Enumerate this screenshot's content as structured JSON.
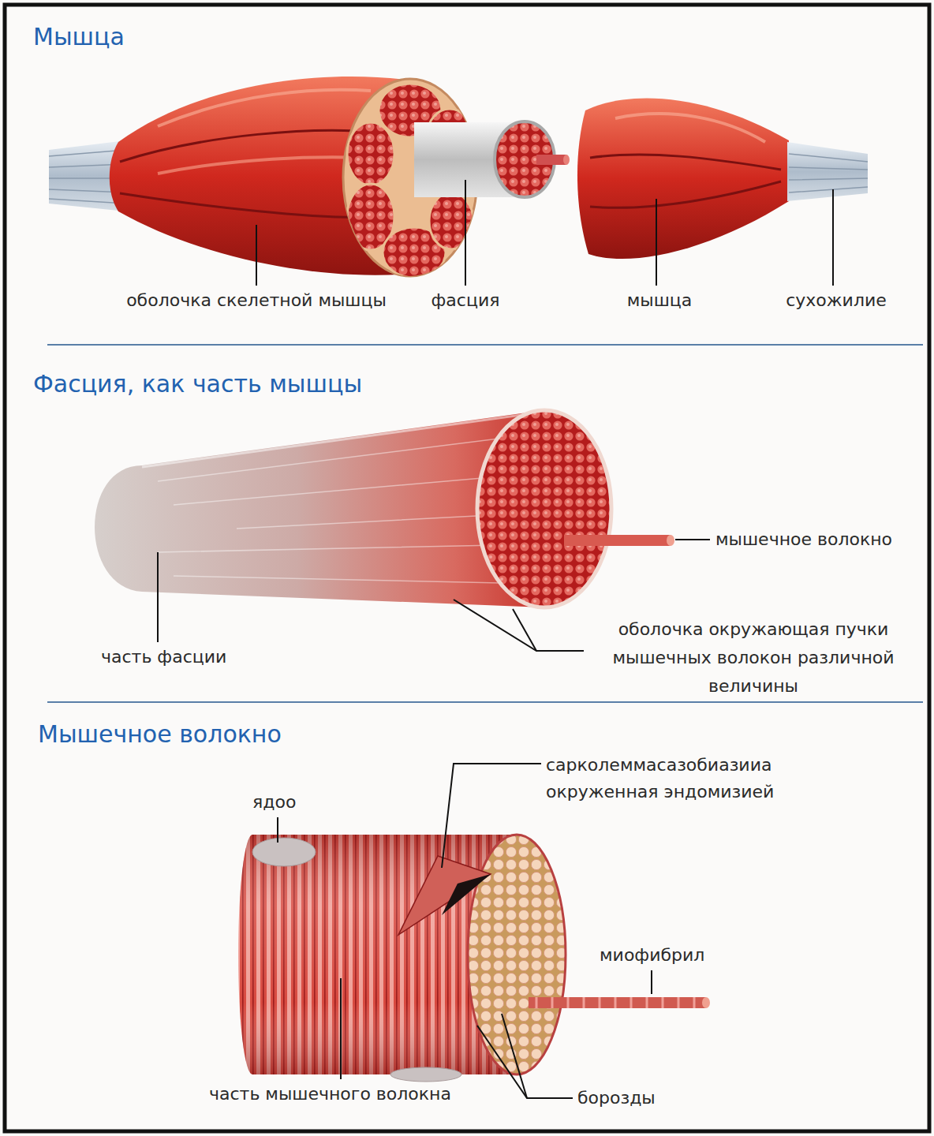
{
  "diagram": {
    "labels": [
      "Мышца",
      "оболочка скелетной мышцы",
      "фасция",
      "мышца",
      "сухожилие",
      "Фасция, как часть мышцы",
      "мышечное волокно",
      "часть фасции",
      "оболочка окружающая пучки мышечных волокон различной величины",
      "Мышечное волокно",
      "сарколеммасазобиазииа окруженная эндомизией",
      "ядоо",
      "миофибрил",
      "часть мышечного волокна",
      "борозды"
    ]
  }
}
